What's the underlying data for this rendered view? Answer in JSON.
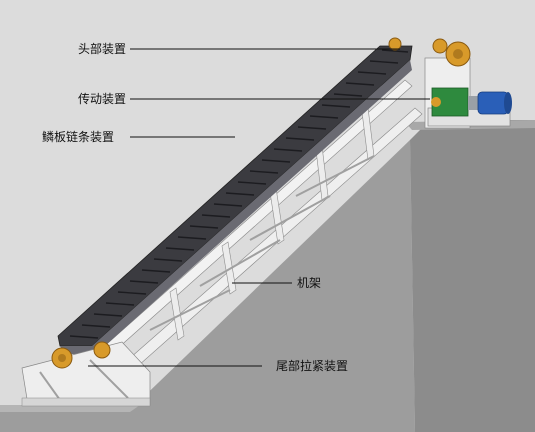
{
  "labels": {
    "head": "头部装置",
    "drive": "传动装置",
    "chain": "鳞板链条装置",
    "frame": "机架",
    "tail": "尾部拉紧装置"
  },
  "colors": {
    "background": "#dcdcdc",
    "pit": "#9b9b9b",
    "pit_shadow": "#8a8a8a",
    "frame": "#e6e6e6",
    "chain": "#3a3a3e",
    "sprocket": "#d89a2a",
    "reducer": "#2e8a3e",
    "motor": "#2a5fb8"
  }
}
